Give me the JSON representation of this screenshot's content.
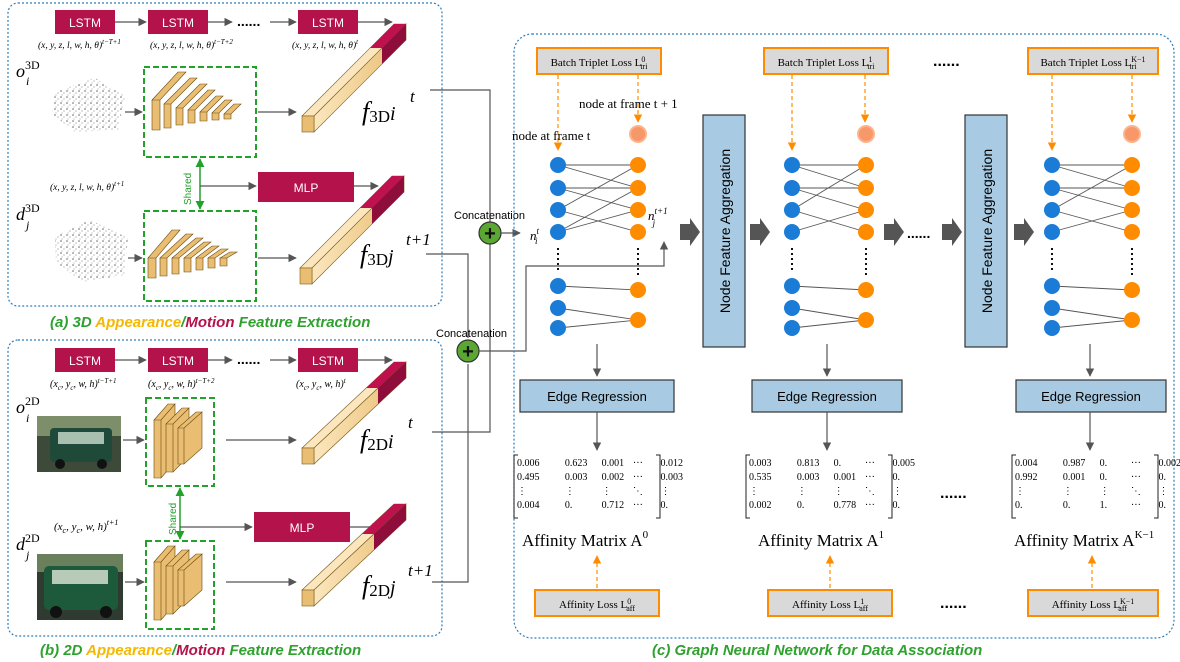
{
  "panel_a": {
    "caption_prefix": "(a) 3D ",
    "caption_appearance": "Appearance",
    "caption_slash": "/",
    "caption_motion": "Motion",
    "caption_suffix": " Feature Extraction",
    "lstm_label": "LSTM",
    "dots": "......",
    "lstm_in_1": "(x, y, z, l, w, h, θ)",
    "lstm_in_1_sup": "t−T+1",
    "lstm_in_2": "(x, y, z, l, w, h, θ)",
    "lstm_in_2_sup": "t−T+2",
    "lstm_in_3": "(x, y, z, l, w, h, θ)",
    "lstm_in_3_sup": "t",
    "obj_label": "o",
    "obj_sub": "i",
    "obj_sup": "3D",
    "det_label": "d",
    "det_sub": "j",
    "det_sup": "3D",
    "mlp_in": "(x, y, z, l, w, h, θ)",
    "mlp_in_sup": "t+1",
    "mlp_label": "MLP",
    "shared": "Shared",
    "feat_top_base": "f",
    "feat_top_sub": "3D",
    "feat_top_i": "i",
    "feat_top_t": "t",
    "feat_bot_base": "f",
    "feat_bot_sub": "3D",
    "feat_bot_j": "j",
    "feat_bot_t": "t+1"
  },
  "panel_b": {
    "caption_prefix": "(b) 2D ",
    "caption_appearance": "Appearance",
    "caption_slash": "/",
    "caption_motion": "Motion",
    "caption_suffix": " Feature Extraction",
    "lstm_label": "LSTM",
    "dots": "......",
    "lstm_in_1": "(x",
    "lstm_in_1_c": "c",
    "lstm_in_1_mid": ", y",
    "lstm_in_1_c2": "c",
    "lstm_in_1_end": ", w, h)",
    "lstm_in_1_sup": "t−T+1",
    "lstm_in_2_sup": "t−T+2",
    "lstm_in_3_sup": "t",
    "obj_label": "o",
    "obj_sub": "i",
    "obj_sup": "2D",
    "det_label": "d",
    "det_sub": "j",
    "det_sup": "2D",
    "mlp_in_sup": "t+1",
    "mlp_label": "MLP",
    "shared": "Shared",
    "feat_top_base": "f",
    "feat_top_sub": "2D",
    "feat_top_i": "i",
    "feat_top_t": "t",
    "feat_bot_base": "f",
    "feat_bot_sub": "2D",
    "feat_bot_j": "j",
    "feat_bot_t": "t+1"
  },
  "concat_label": "Concatenation",
  "panel_c": {
    "caption": "(c) Graph Neural Network for Data Association",
    "triplet_label": "Batch Triplet Loss L",
    "triplet_sub": "tri",
    "triplet_sups": [
      "0",
      "1",
      "K−1"
    ],
    "node_frame_t": "node at frame t",
    "node_frame_t1": "node at frame t + 1",
    "node_i": "n",
    "node_i_sub": "i",
    "node_i_sup": "t",
    "node_j": "n",
    "node_j_sub": "j",
    "node_j_sup": "t+1",
    "nfa_label": "Node Feature Aggregation",
    "edge_label": "Edge Regression",
    "dots": "......",
    "affinity_label": "Affinity Matrix A",
    "affinity_sups": [
      "0",
      "1",
      "K−1"
    ],
    "aff_loss_label": "Affinity Loss L",
    "aff_loss_sub": "aff",
    "aff_loss_sups": [
      "0",
      "1",
      "K−1"
    ],
    "matrices": [
      [
        [
          "0.006",
          "0.623",
          "0.001",
          "···",
          "0.012"
        ],
        [
          "0.495",
          "0.003",
          "0.002",
          "···",
          "0.003"
        ],
        [
          "⋮",
          "⋮",
          "⋮",
          "⋱",
          "⋮"
        ],
        [
          "0.004",
          "0.",
          "0.712",
          "···",
          "0."
        ]
      ],
      [
        [
          "0.003",
          "0.813",
          "0.",
          "···",
          "0.005"
        ],
        [
          "0.535",
          "0.003",
          "0.001",
          "···",
          "0."
        ],
        [
          "⋮",
          "⋮",
          "⋮",
          "⋱",
          "⋮"
        ],
        [
          "0.002",
          "0.",
          "0.778",
          "···",
          "0."
        ]
      ],
      [
        [
          "0.004",
          "0.987",
          "0.",
          "···",
          "0.002"
        ],
        [
          "0.992",
          "0.001",
          "0.",
          "···",
          "0."
        ],
        [
          "⋮",
          "⋮",
          "⋮",
          "⋱",
          "⋮"
        ],
        [
          "0.",
          "0.",
          "1.",
          "···",
          "0."
        ]
      ]
    ]
  },
  "colors": {
    "lstm": "#b3124b",
    "mlp": "#b3124b",
    "panel_border": "#2e7dbb",
    "shared": "#22a12b",
    "feature_body": "#f4d49a",
    "feature_top": "#c0114f",
    "node_blue": "#1a7cd6",
    "node_orange": "#ff8c00",
    "box_blue": "#a8cbe3",
    "loss_border": "#ff8c00",
    "appearance": "#f5b800",
    "motion": "#b3124b",
    "caption_green": "#2ea12e"
  }
}
